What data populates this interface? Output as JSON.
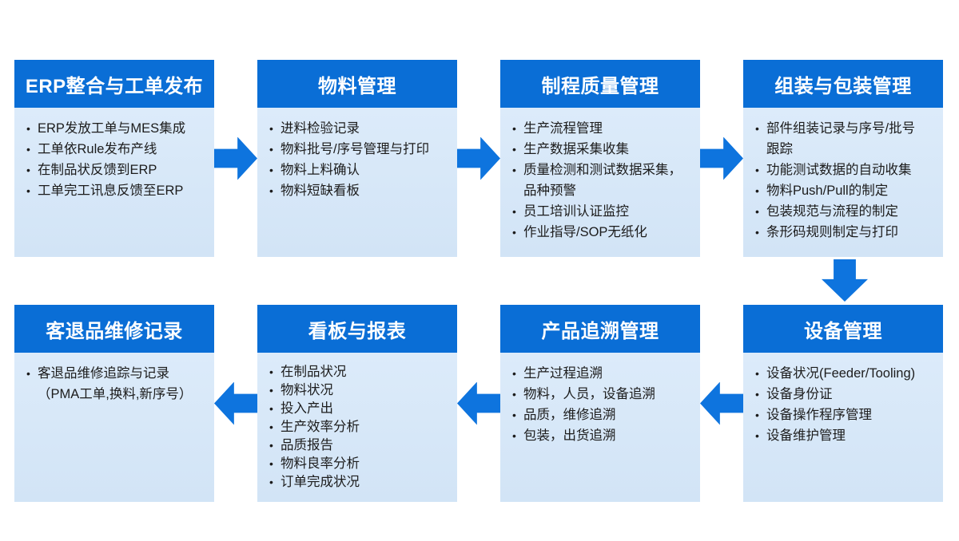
{
  "theme": {
    "header_bg": "#0a6ed6",
    "body_bg_top": "#dcebfa",
    "body_bg_bottom": "#d2e4f6",
    "arrow_color": "#0e74de",
    "header_text": "#ffffff",
    "body_text": "#1c1c1c",
    "page_bg": "#ffffff"
  },
  "list_marker": "•",
  "boxes": [
    {
      "id": "erp-integration",
      "title": "ERP整合与工单发布",
      "items": [
        "ERP发放工单与MES集成",
        "工单依Rule发布产线",
        "在制品状反馈到ERP",
        "工单完工讯息反馈至ERP"
      ]
    },
    {
      "id": "material-management",
      "title": "物料管理",
      "items": [
        "进料检验记录",
        "物料批号/序号管理与打印",
        "物料上料确认",
        "物料短缺看板"
      ]
    },
    {
      "id": "process-quality-management",
      "title": "制程质量管理",
      "items": [
        "生产流程管理",
        "生产数据采集收集",
        "质量检测和测试数据采集，\n品种预警",
        "员工培训认证监控",
        "作业指导/SOP无纸化"
      ]
    },
    {
      "id": "assembly-packaging-management",
      "title": "组装与包装管理",
      "items": [
        "部件组装记录与序号/批号\n跟踪",
        "功能测试数据的自动收集",
        "物料Push/Pull的制定",
        "包装规范与流程的制定",
        "条形码规则制定与打印"
      ]
    },
    {
      "id": "customer-return-repair",
      "title": "客退品维修记录",
      "items": [
        "客退品维修追踪与记录\n（PMA工单,换料,新序号）"
      ]
    },
    {
      "id": "kanban-reports",
      "title": "看板与报表",
      "items": [
        "在制品状况",
        "物料状况",
        "投入产出",
        "生产效率分析",
        "品质报告",
        "物料良率分析",
        "订单完成状况"
      ]
    },
    {
      "id": "product-traceability-management",
      "title": "产品追溯管理",
      "items": [
        "生产过程追溯",
        "物料，人员，设备追溯",
        "品质，维修追溯",
        "包装，出货追溯"
      ]
    },
    {
      "id": "equipment-management",
      "title": "设备管理",
      "items": [
        "设备状况(Feeder/Tooling)",
        "设备身份证",
        "设备操作程序管理",
        "设备维护管理"
      ]
    }
  ],
  "arrows": [
    {
      "from": "erp-integration",
      "to": "material-management",
      "direction": "right"
    },
    {
      "from": "material-management",
      "to": "process-quality-management",
      "direction": "right"
    },
    {
      "from": "process-quality-management",
      "to": "assembly-packaging-management",
      "direction": "right"
    },
    {
      "from": "assembly-packaging-management",
      "to": "equipment-management",
      "direction": "down"
    },
    {
      "from": "equipment-management",
      "to": "product-traceability-management",
      "direction": "left"
    },
    {
      "from": "product-traceability-management",
      "to": "kanban-reports",
      "direction": "left"
    },
    {
      "from": "kanban-reports",
      "to": "customer-return-repair",
      "direction": "left"
    }
  ]
}
